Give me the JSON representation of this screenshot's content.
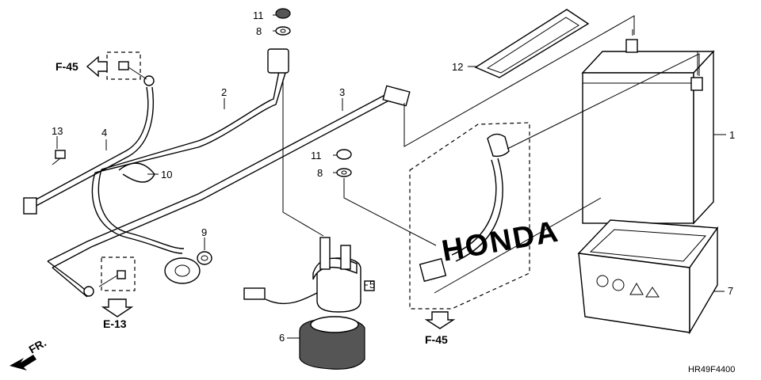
{
  "diagram": {
    "callouts": [
      {
        "id": "c1",
        "label": "1"
      },
      {
        "id": "c2",
        "label": "2"
      },
      {
        "id": "c3",
        "label": "3"
      },
      {
        "id": "c4",
        "label": "4"
      },
      {
        "id": "c5",
        "label": "5"
      },
      {
        "id": "c6",
        "label": "6"
      },
      {
        "id": "c7",
        "label": "7"
      },
      {
        "id": "c8a",
        "label": "8"
      },
      {
        "id": "c8b",
        "label": "8"
      },
      {
        "id": "c9",
        "label": "9"
      },
      {
        "id": "c10",
        "label": "10"
      },
      {
        "id": "c11a",
        "label": "11"
      },
      {
        "id": "c11b",
        "label": "11"
      },
      {
        "id": "c12",
        "label": "12"
      },
      {
        "id": "c13",
        "label": "13"
      }
    ],
    "references": {
      "ref_top": "F-45",
      "ref_bottom_left": "E-13",
      "ref_bottom_mid": "F-45"
    },
    "front_indicator": "FR.",
    "diagram_code": "HR49F4400",
    "watermark": "HONDA"
  }
}
